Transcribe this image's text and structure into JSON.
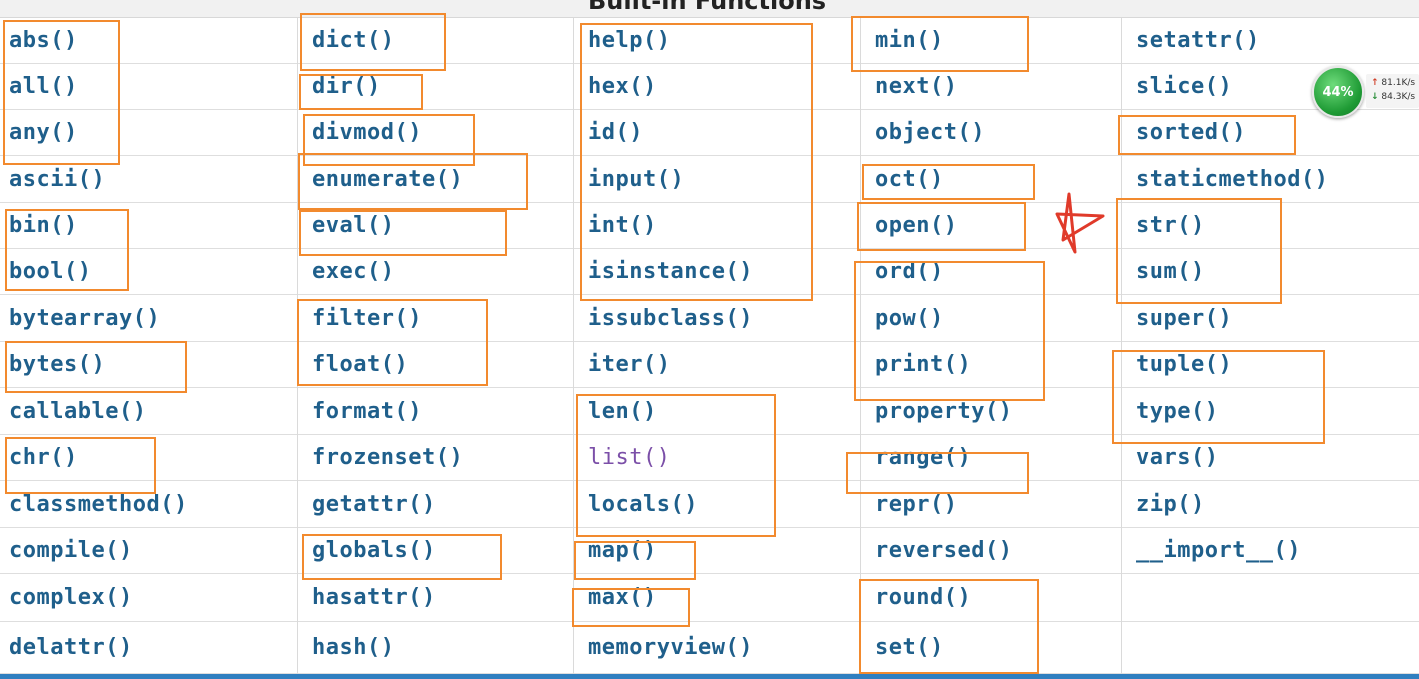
{
  "title": "Built-in Functions",
  "columns": [
    [
      "abs()",
      "all()",
      "any()",
      "ascii()",
      "bin()",
      "bool()",
      "bytearray()",
      "bytes()",
      "callable()",
      "chr()",
      "classmethod()",
      "compile()",
      "complex()",
      "delattr()"
    ],
    [
      "dict()",
      "dir()",
      "divmod()",
      "enumerate()",
      "eval()",
      "exec()",
      "filter()",
      "float()",
      "format()",
      "frozenset()",
      "getattr()",
      "globals()",
      "hasattr()",
      "hash()"
    ],
    [
      "help()",
      "hex()",
      "id()",
      "input()",
      "int()",
      "isinstance()",
      "issubclass()",
      "iter()",
      "len()",
      "list()",
      "locals()",
      "map()",
      "max()",
      "memoryview()"
    ],
    [
      "min()",
      "next()",
      "object()",
      "oct()",
      "open()",
      "ord()",
      "pow()",
      "print()",
      "property()",
      "range()",
      "repr()",
      "reversed()",
      "round()",
      "set()"
    ],
    [
      "setattr()",
      "slice()",
      "sorted()",
      "staticmethod()",
      "str()",
      "sum()",
      "super()",
      "tuple()",
      "type()",
      "vars()",
      "zip()",
      "__import__()",
      "",
      ""
    ]
  ],
  "network_widget": {
    "cpu_percent": "44%",
    "upload": "81.1K/s",
    "download": "84.3K/s",
    "up_icon": "arrow-up-icon",
    "down_icon": "arrow-down-icon"
  },
  "colors": {
    "link": "#1f5f8b",
    "visited_link": "#7b4fa8",
    "highlight_box": "#f28a2e",
    "star": "#e03a2a",
    "gauge": "#1e9a34"
  }
}
